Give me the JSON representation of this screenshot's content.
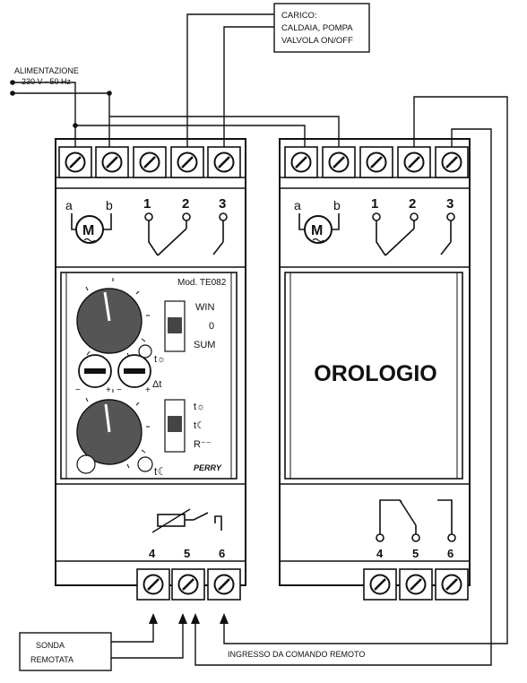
{
  "labels": {
    "load_box": [
      "CARICO:",
      "CALDAIA, POMPA",
      "VALVOLA ON/OFF"
    ],
    "power": [
      "ALIMENTAZIONE",
      "230 V - 50 Hz"
    ],
    "sensor_box": [
      "SONDA",
      "REMOTATA"
    ],
    "remote_input": "INGRESSO DA COMANDO REMOTO"
  },
  "left_device": {
    "model": "Mod. TE082",
    "brand": "PERRY",
    "motor_letter": "M",
    "terminal_letters": [
      "a",
      "b"
    ],
    "top_terminals": [
      "1",
      "2",
      "3"
    ],
    "switch1_labels": [
      "WIN",
      "0",
      "SUM"
    ],
    "switch2_labels": [
      "t☼",
      "t☾",
      "R⁻⁻"
    ],
    "symbol_t_sun": "t☼",
    "symbol_delta_t": "Δt",
    "symbol_t_moon": "t☾",
    "bottom_terminals": [
      "4",
      "5",
      "6"
    ]
  },
  "right_device": {
    "title": "OROLOGIO",
    "motor_letter": "M",
    "terminal_letters": [
      "a",
      "b"
    ],
    "top_terminals": [
      "1",
      "2",
      "3"
    ],
    "bottom_terminals": [
      "4",
      "5",
      "6"
    ]
  },
  "colors": {
    "ink": "#111111",
    "knob": "#555555",
    "slider": "#444444"
  }
}
